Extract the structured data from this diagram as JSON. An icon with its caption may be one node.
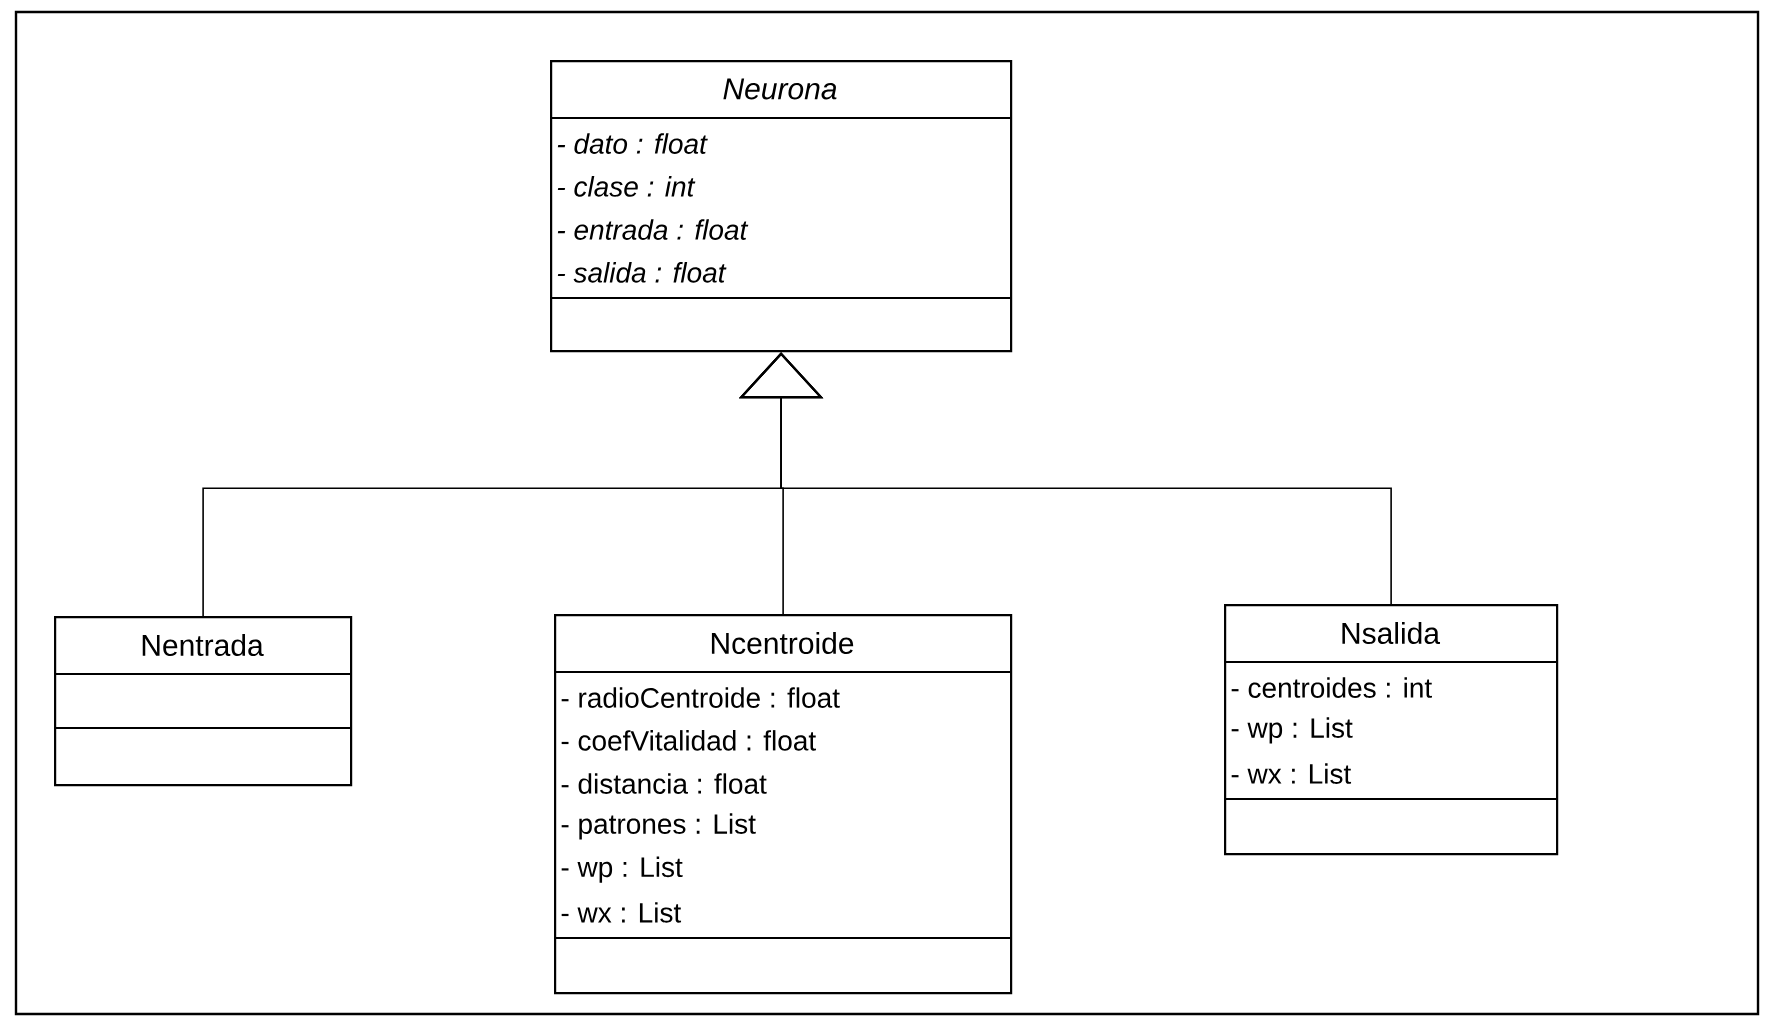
{
  "diagram": {
    "nodes": [
      {
        "text": [
          "Neurona",
          "- dato : float",
          "- clase : int",
          "- entrada : float",
          "- salida : float"
        ]
      },
      {
        "text": [
          "Nentrada"
        ]
      },
      {
        "text": [
          "Ncentroide",
          "- radioCentroide : float",
          "- coefVitalidad : float",
          "- distancia : float",
          "- patrones : List",
          "- wp : List",
          "- wx : List"
        ]
      },
      {
        "text": [
          "Nsalida",
          "- centroides : int",
          "- wp : List",
          "- wx : List"
        ]
      }
    ],
    "edges": [
      {
        "from": 1,
        "to": 0,
        "arrow": "to"
      },
      {
        "from": 2,
        "to": 0,
        "arrow": "to"
      },
      {
        "from": 3,
        "to": 0,
        "arrow": "to"
      }
    ]
  }
}
